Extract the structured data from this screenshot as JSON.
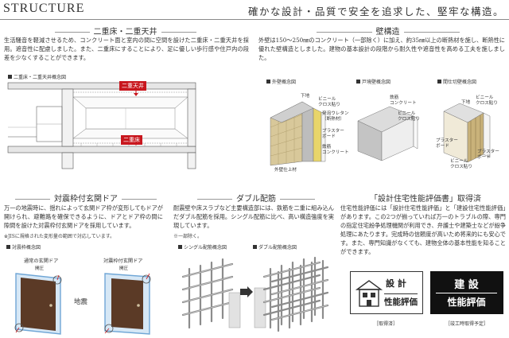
{
  "header": {
    "title": "STRUCTURE",
    "tagline": "確かな設計・品質で安全を追求した、堅牢な構造。"
  },
  "double_floor": {
    "title": "二重床・二重天井",
    "body": "生活騒音を軽減させるため、コンクリート面と室内の間に空間を設けた二重床・二重天井を採用。遮音性に配慮しました。また、二重床にすることにより、足に優しい歩行感や住戸内の段差を少なくすることができます。",
    "diagram_caption": "二重床・二重天井概念図",
    "tag_ceiling": "二重天井",
    "tag_floor": "二重床"
  },
  "wall": {
    "title": "壁構造",
    "body": "外壁は150～250㎜のコンクリート（一部除く）に加え、約35㎜以上の断熱材を施し、断熱性に優れた壁構造としました。建物の基本設計の段階から耐久性や遮音性を高める工夫を施しました。",
    "exterior_caption": "外壁概念図",
    "partition_caption": "戸境壁概念図",
    "interior_caption": "間仕切壁概念図",
    "exterior_labels": {
      "wood": "下地",
      "vinyl_cloth": "ビニール\nクロス貼り",
      "urethane": "発泡ウレタン\n（断熱材）",
      "plaster": "プラスター\nボード",
      "rebar": "鉄筋\nコンクリート",
      "tile": "外壁仕上材"
    },
    "partition_labels": {
      "rebar": "鉄筋\nコンクリート",
      "vinyl_cloth": "ビニール\nクロス貼り"
    },
    "interior_labels": {
      "wood": "下地",
      "vinyl_left": "ビニール\nクロス貼り",
      "vinyl_right": "ビニール\nクロス貼り",
      "plaster_left": "プラスター\nボード",
      "plaster_right": "プラスター\nボード"
    }
  },
  "door": {
    "title": "対震枠付玄関ドア",
    "body": "万一の地震時に、揺れによって玄関ドア枠が変形してもドアが開けられ、避難路を確保できるように、ドアとドア枠の間に隙間を設けた対震枠付玄関ドアを採用しています。",
    "note": "※JISに規格された変形量の範囲で対応しています。",
    "diagram_caption": "対震枠概念図",
    "normal_label": "通常の玄関ドア",
    "normal_sub": "開圧",
    "seismic_label": "対震枠付玄関ドア",
    "seismic_sub": "開圧",
    "quake": "地震"
  },
  "rebar": {
    "title": "ダブル配筋",
    "body": "耐震壁や床スラブなど主要構造部には、鉄筋を二重に組み込んだダブル配筋を採用。シングル配筋に比べ、高い構造強度を実現しています。",
    "note": "※一部除く。",
    "single_caption": "シングル配筋概念図",
    "double_caption": "ダブル配筋概念図"
  },
  "rating": {
    "title": "「設計住宅性能評価書」取得済",
    "body": "住宅性能評価には「設計住宅性能評価」と「建設住宅性能評価」があります。この2つが揃っていれば万一のトラブルの際、専門の指定住宅紛争処理機関が利用でき、弁護士や建築士などが紛争処理にあたります。完成時の信頼度が高いため将来的にも安心です。また、専門知識がなくても、建物全体の基本性能を知ることができます。",
    "design_logo_top": "設 計",
    "design_logo_bottom": "性能評価",
    "design_caption": "［取得済］",
    "build_logo_top": "建 設",
    "build_logo_bottom": "性能評価",
    "build_caption": "［竣工時取得予定］"
  },
  "colors": {
    "accent_red": "#c8171e",
    "wall_gray": "#d9d9d9",
    "door_brown": "#5b3a26",
    "frame_blue": "#6fa6d6"
  }
}
